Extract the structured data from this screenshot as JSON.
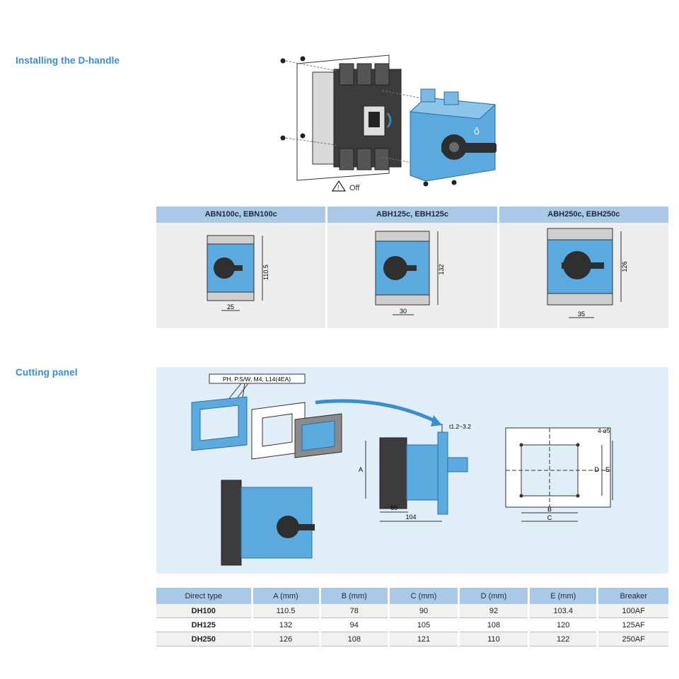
{
  "installing": {
    "heading": "Installing the D-handle",
    "off_label": "Off",
    "warning_icon": "warning-triangle-icon",
    "variants": [
      {
        "title": "ABN100c, EBN100c",
        "height_dim": "110.5",
        "width_dim": "25"
      },
      {
        "title": "ABH125c, EBH125c",
        "height_dim": "132",
        "width_dim": "30"
      },
      {
        "title": "ABH250c, EBH250c",
        "height_dim": "126",
        "width_dim": "35"
      }
    ]
  },
  "cutting": {
    "heading": "Cutting panel",
    "screw_callout": "PH, P.S/W, M4, L14(4EA)",
    "thickness_label": "t1.2~3.2",
    "hole_label": "4-ø5",
    "dim_A": "A",
    "dim_60": "60",
    "dim_104": "104",
    "dim_B": "B",
    "dim_C": "C",
    "dim_D": "D",
    "dim_E": "E"
  },
  "dimensions_table": {
    "headers": [
      "Direct type",
      "A (mm)",
      "B (mm)",
      "C (mm)",
      "D (mm)",
      "E (mm)",
      "Breaker"
    ],
    "rows": [
      [
        "DH100",
        "110.5",
        "78",
        "90",
        "92",
        "103.4",
        "100AF"
      ],
      [
        "DH125",
        "132",
        "94",
        "105",
        "108",
        "120",
        "125AF"
      ],
      [
        "DH250",
        "126",
        "108",
        "121",
        "110",
        "122",
        "250AF"
      ]
    ]
  },
  "colors": {
    "accent_blue": "#3a8ed0",
    "header_blue": "#a9c9e6",
    "handle_blue": "#5aa9df",
    "panel_bg": "#e0eef8"
  }
}
